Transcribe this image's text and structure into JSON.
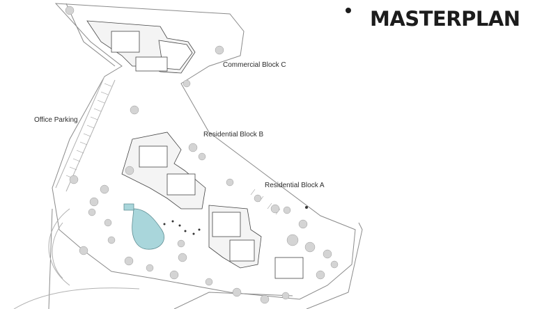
{
  "title": "MASTERPLAN",
  "labels": {
    "commercial_block_c": "Commercial Block C",
    "residential_block_b": "Residential Block B",
    "residential_block_a": "Residential Block A",
    "office_parking": "Office Parking"
  },
  "colors": {
    "ink": "#1c1c1c",
    "line": "#8a8a8a",
    "pool": "#a9d6db",
    "greenery": "#cfcfcf"
  },
  "icons": {
    "compass": "north-compass-icon"
  }
}
